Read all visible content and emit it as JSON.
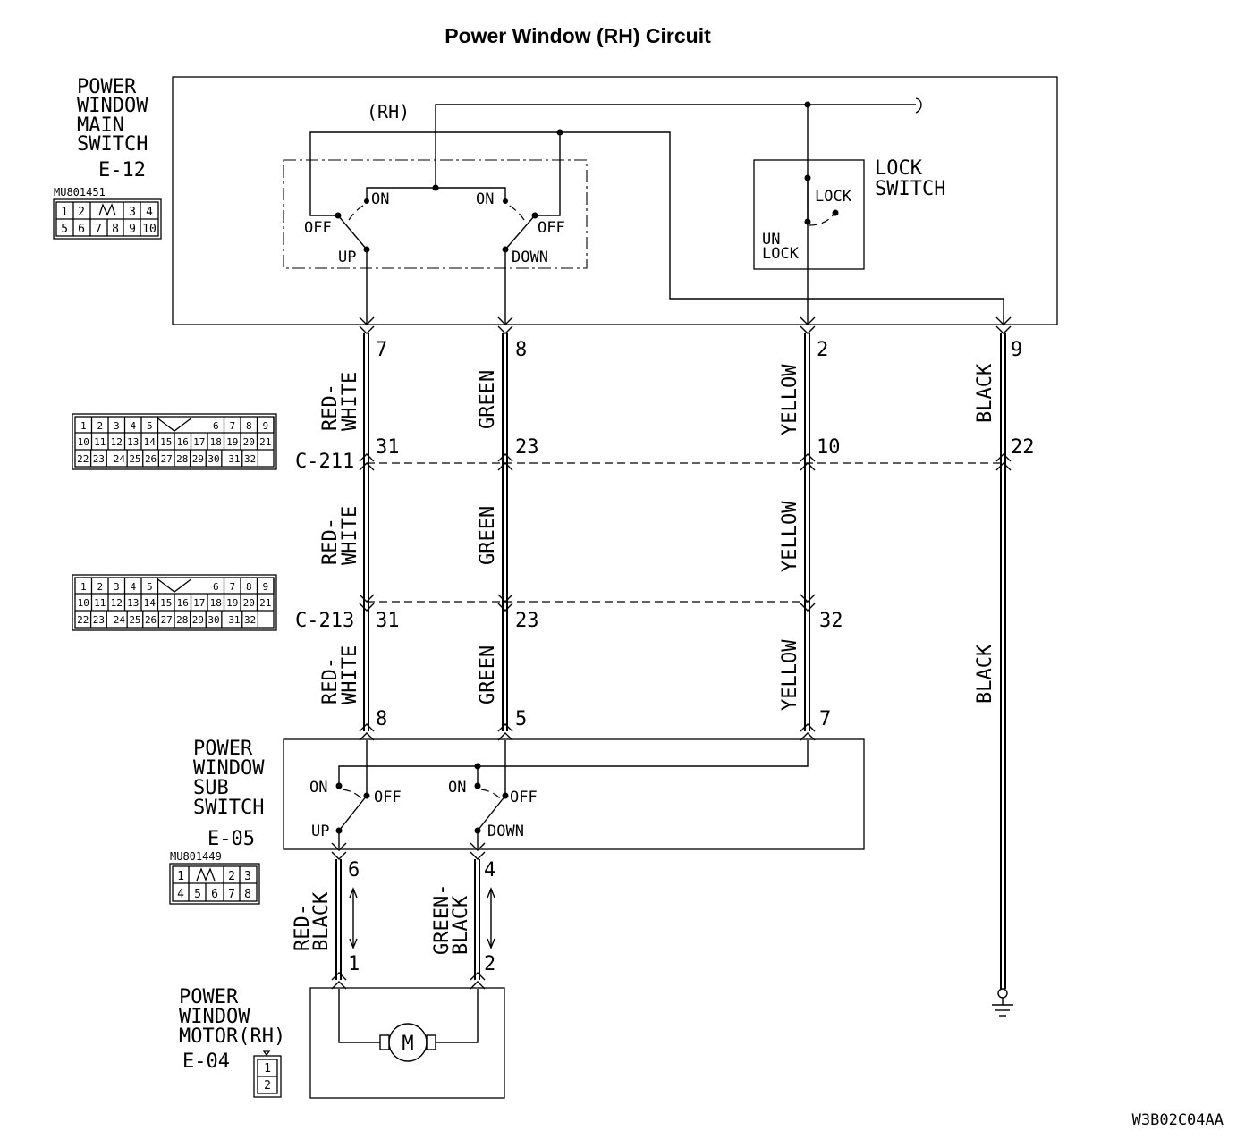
{
  "title": "Power Window (RH) Circuit",
  "main_switch": {
    "name_lines": [
      "POWER",
      "WINDOW",
      "MAIN",
      "SWITCH"
    ],
    "id": "E-12",
    "part_no": "MU801451",
    "side": "(RH)",
    "on_left": "ON",
    "on_right": "ON",
    "off_left": "OFF",
    "off_right": "OFF",
    "up": "UP",
    "down": "DOWN",
    "connector_row1": [
      "1",
      "2",
      "",
      "3",
      "4"
    ],
    "connector_row2": [
      "5",
      "6",
      "7",
      "8",
      "9",
      "10"
    ]
  },
  "lock_switch": {
    "name_lines": [
      "LOCK",
      "SWITCH"
    ],
    "lock": "LOCK",
    "unlock_lines": [
      "UN",
      "LOCK"
    ]
  },
  "wires": {
    "red_white_lines": [
      "RED-",
      "WHITE"
    ],
    "green": "GREEN",
    "yellow": "YELLOW",
    "black": "BLACK",
    "red_black_lines": [
      "RED-",
      "BLACK"
    ],
    "green_black_lines": [
      "GREEN-",
      "BLACK"
    ]
  },
  "pins": {
    "main": [
      "7",
      "8",
      "2",
      "9"
    ],
    "c211": [
      "31",
      "23",
      "10",
      "22"
    ],
    "c213": [
      "31",
      "23",
      "32"
    ],
    "sub_top": [
      "8",
      "5",
      "7"
    ],
    "sub_bottom": [
      "6",
      "4"
    ],
    "motor": [
      "1",
      "2"
    ]
  },
  "connectors": {
    "c211": "C-211",
    "c213": "C-213",
    "row1": [
      "1",
      "2",
      "3",
      "4",
      "5",
      "",
      "6",
      "7",
      "8",
      "9"
    ],
    "row2": [
      "10",
      "11",
      "12",
      "13",
      "14",
      "15",
      "16",
      "17",
      "18",
      "19",
      "20",
      "21"
    ],
    "row3": [
      "22",
      "23",
      "",
      "24",
      "25",
      "26",
      "27",
      "28",
      "29",
      "30",
      "",
      "31",
      "32"
    ]
  },
  "sub_switch": {
    "name_lines": [
      "POWER",
      "WINDOW",
      "SUB",
      "SWITCH"
    ],
    "id": "E-05",
    "part_no": "MU801449",
    "on_left": "ON",
    "on_right": "ON",
    "off_left": "OFF",
    "off_right": "OFF",
    "up": "UP",
    "down": "DOWN",
    "connector_row1": [
      "1",
      "",
      "2",
      "3"
    ],
    "connector_row2": [
      "4",
      "5",
      "6",
      "7",
      "8"
    ]
  },
  "motor": {
    "name_lines": [
      "POWER",
      "WINDOW",
      "MOTOR(RH)"
    ],
    "id": "E-04",
    "symbol": "M",
    "connector_pins": [
      "1",
      "2"
    ]
  },
  "figure_code": "W3B02C04AA"
}
